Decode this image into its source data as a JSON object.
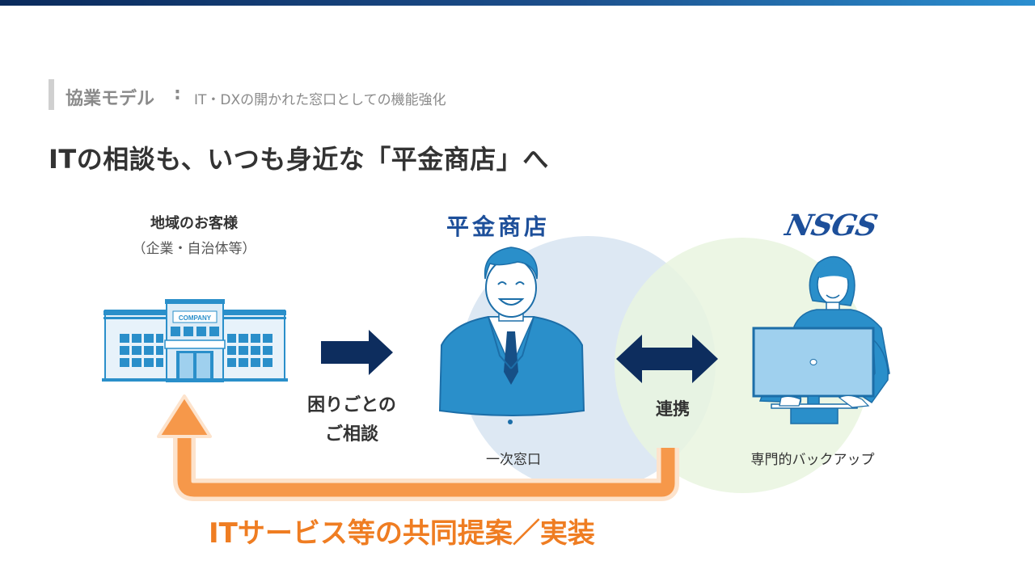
{
  "section": {
    "title": "協業モデル",
    "colon": ":",
    "subtitle": "IT・DXの開かれた窓口としての機能強化"
  },
  "headline": "ITの相談も、いつも身近な「平金商店」へ",
  "client": {
    "label": "地域のお客様",
    "sublabel": "（企業・自治体等）",
    "building_sign": "COMPANY"
  },
  "consultation": {
    "line1": "困りごとの",
    "line2": "ご相談"
  },
  "partner": {
    "brand": "平金商店",
    "caption": "一次窓口"
  },
  "link_label": "連携",
  "expert": {
    "brand": "NSGS",
    "caption": "専門的バックアップ"
  },
  "bottom_message": "ITサービス等の共同提案／実装",
  "colors": {
    "navy": "#0d2d5e",
    "orange": "#f6984a",
    "orange_text": "#ef7d22",
    "circle_blue": "#dde8f3",
    "circle_green": "#e9f4df",
    "figure_blue": "#2a8fca"
  },
  "icons": [
    "building-icon",
    "arrow-right-icon",
    "businessman-icon",
    "double-arrow-icon",
    "operator-icon",
    "return-arrow-icon"
  ]
}
